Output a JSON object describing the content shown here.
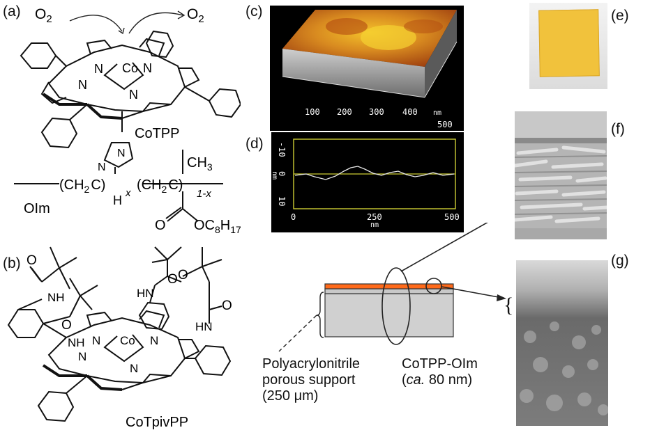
{
  "panels": {
    "a": "(a)",
    "b": "(b)",
    "c": "(c)",
    "d": "(d)",
    "e": "(e)",
    "f": "(f)",
    "g": "(g)"
  },
  "molecule_a": {
    "o2_in": "O",
    "o2_in_sub": "2",
    "o2_out": "O",
    "o2_out_sub": "2",
    "name": "CoTPP",
    "polymer_label": "OIm",
    "ch2_left": "(CH",
    "ch2_left_sub": "2",
    "ch_h": "C",
    "h": "H",
    "x_sub": "x",
    "ch2_right": "(CH",
    "ch2_right_sub": "2",
    "c_right": "C",
    "one_minus_x": "1-x",
    "ch3": "CH",
    "ch3_sub": "3",
    "ester_o": "O",
    "ester": "OC",
    "ester_c8": "8",
    "ester_h": "H",
    "ester_17": "17",
    "n": "N",
    "co": "Co"
  },
  "molecule_b": {
    "name": "CoTpivPP",
    "nh": "NH",
    "hn": "HN",
    "o": "O",
    "n": "N",
    "co": "Co"
  },
  "afm_3d": {
    "ticks": [
      "100",
      "200",
      "300",
      "400",
      "500"
    ],
    "unit": "nm"
  },
  "profile": {
    "x_ticks": [
      "0",
      "250",
      "500"
    ],
    "x_unit": "nm",
    "y_ticks": [
      "-10",
      "0",
      "10"
    ],
    "y_unit": "nm"
  },
  "membrane": {
    "support_label_1": "Polyacrylonitrile",
    "support_label_2": "porous support",
    "support_label_3": "(250 μm)",
    "layer_label_1": "CoTPP-OIm",
    "layer_label_2_prefix": "(",
    "layer_label_2_ca": "ca.",
    "layer_label_2_rest": " 80 nm)",
    "brace": "{"
  },
  "colors": {
    "layer": "#ff6a1a",
    "support": "#d0d0d0",
    "afm_peak": "#f0c020",
    "afm_low": "#8a2a0a",
    "film": "#f2c23a",
    "profile_frame": "#cccc33"
  }
}
